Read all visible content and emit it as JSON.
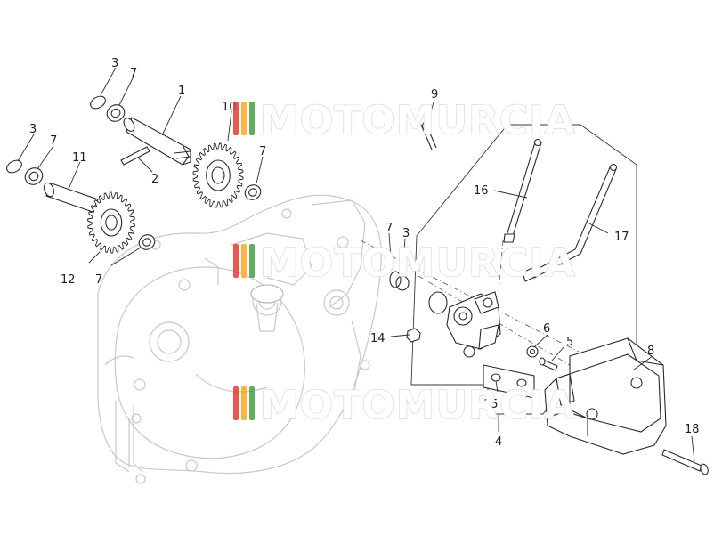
{
  "callouts": {
    "c1": "1",
    "c2": "2",
    "c3a": "3",
    "c3b": "3",
    "c3c": "3",
    "c4": "4",
    "c5": "5",
    "c6": "6",
    "c7a": "7",
    "c7b": "7",
    "c7c": "7",
    "c7d": "7",
    "c7e": "7",
    "c8": "8",
    "c9": "9",
    "c10": "10",
    "c11": "11",
    "c12": "12",
    "c14": "14",
    "c15": "15",
    "c16": "16",
    "c17": "17",
    "c18": "18"
  },
  "watermark": {
    "text": "MOTOMURCIA",
    "colors": [
      "#e53935",
      "#f9a825",
      "#43a047"
    ]
  }
}
